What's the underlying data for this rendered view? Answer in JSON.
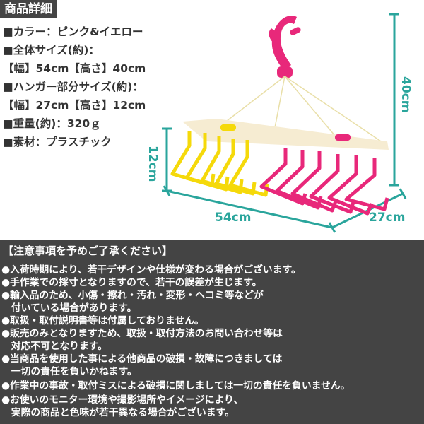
{
  "product_details": {
    "title": "商品詳細",
    "specs": [
      "■カラー：ピンク&イエロー",
      "■全体サイズ(約)：",
      "【幅】54cm【高さ】40cm",
      "■ハンガー部分サイズ(約)：",
      "【幅】27cm【高さ】12cm",
      "■重量(約)：320ｇ",
      "■素材：プラスチック"
    ]
  },
  "dimensions": {
    "height_total": "40cm",
    "height_hanger": "12cm",
    "width_total": "54cm",
    "width_hanger": "27cm"
  },
  "notice": {
    "title": "【注意事項を予めご了承ください】",
    "lines": [
      "●入荷時期により、若干デザインや仕様が変わる場合がございます。",
      "●手作業での採寸となりますので、若干の誤差が生じます。",
      "●輸入品のため、小傷・擦れ・汚れ・変形・ヘコミ等などが",
      "　付いている場合があります。",
      "●取扱・取付説明書等は付属しておりません。",
      "●販売のみとなりますため、取扱・取付方法のお問い合わせ等は",
      "　対応不可となります。",
      "●当商品を使用した事による他商品の破損・故障につきましては",
      "　一切の責任を負いかねます。",
      "●作業中の事故・取付ミスによる破損に関しましては一切の責任を負いません。",
      "●お使いのモニター環境や撮影場所やイメージにより、",
      "　実際の商品と色味が若干異なる場合がございます。"
    ]
  },
  "colors": {
    "accent_teal": "#2aa59c",
    "pink": "#e8287a",
    "yellow": "#f5d90a",
    "dark_panel": "#444444"
  }
}
